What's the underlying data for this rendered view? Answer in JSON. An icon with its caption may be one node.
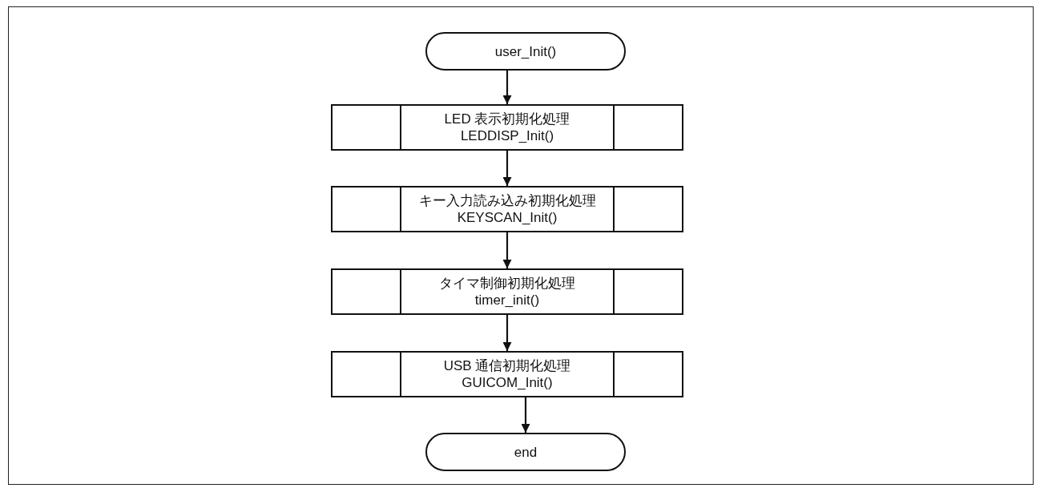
{
  "diagram": {
    "nodes": [
      {
        "text": [
          "user_Init()"
        ]
      },
      {
        "text": [
          "LED 表示初期化処理",
          "LEDDISP_Init()"
        ]
      },
      {
        "text": [
          "キー入力読み込み初期化処理",
          "KEYSCAN_Init()"
        ]
      },
      {
        "text": [
          "タイマ制御初期化処理",
          "timer_init()"
        ]
      },
      {
        "text": [
          "USB 通信初期化処理",
          "GUICOM_Init()"
        ]
      },
      {
        "text": [
          "end"
        ]
      }
    ],
    "edges": [
      {
        "from": 0,
        "to": 1,
        "arrow": "to"
      },
      {
        "from": 1,
        "to": 2,
        "arrow": "to"
      },
      {
        "from": 2,
        "to": 3,
        "arrow": "to"
      },
      {
        "from": 3,
        "to": 4,
        "arrow": "to"
      },
      {
        "from": 4,
        "to": 5,
        "arrow": "to"
      }
    ]
  }
}
